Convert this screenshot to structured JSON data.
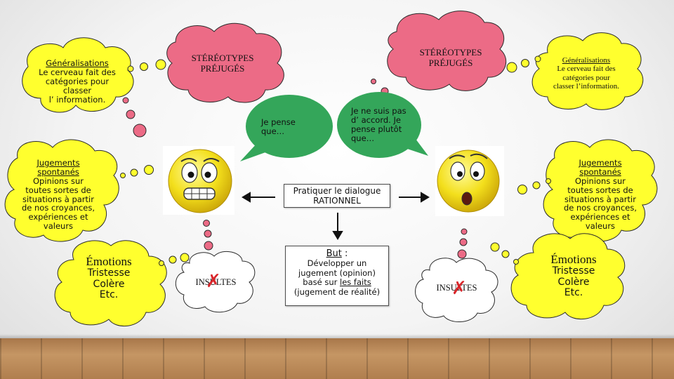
{
  "stereotypes_left": {
    "line1": "STÉRÉOTYPES",
    "line2": "PRÉJUGÉS"
  },
  "stereotypes_right": {
    "line1": "STÉRÉOTYPES",
    "line2": "PRÉJUGÉS"
  },
  "generalisations_left": {
    "title": "Généralisations",
    "lines": [
      "Le cerveau fait des",
      "catégories pour",
      "classer",
      "l’ information."
    ]
  },
  "generalisations_right": {
    "title": "Généralisations",
    "lines": [
      "Le cerveau fait des",
      "catégories pour",
      "classer l’information."
    ]
  },
  "judgements_left": {
    "title_lines": [
      "Jugements",
      "spontanés"
    ],
    "lines": [
      "Opinions sur",
      "toutes sortes de",
      "situations à partir",
      "de nos croyances,",
      "expériences et",
      "valeurs"
    ]
  },
  "judgements_right": {
    "title_lines": [
      "Jugements",
      "spontanés"
    ],
    "lines": [
      "Opinions sur",
      "toutes sortes de",
      "situations à partir",
      "de nos croyances,",
      "expériences et",
      "valeurs"
    ]
  },
  "emotions_left": {
    "title": "Émotions",
    "lines": [
      "Tristesse",
      "Colère",
      "Etc."
    ]
  },
  "emotions_right": {
    "title": "Émotions",
    "lines": [
      "Tristesse",
      "Colère",
      "Etc."
    ]
  },
  "speech_left": {
    "lines": [
      "Je pense",
      "que…"
    ]
  },
  "speech_right": {
    "lines": [
      "Je ne suis pas",
      "d’ accord. Je",
      "pense plutôt",
      "que…"
    ]
  },
  "dialogue_box": {
    "lines": [
      "Pratiquer le dialogue",
      "RATIONNEL"
    ]
  },
  "goal_box": {
    "title": "But",
    "colon": " :",
    "lines": [
      "Développer un",
      "jugement (opinion)",
      "basé sur"
    ],
    "underlined": "les faits",
    "last": "(jugement de réalité)"
  },
  "insults_left": "INSULTES",
  "insults_right": "INSULTES",
  "colors": {
    "yellow": "#ffff2e",
    "pink": "#ec6b86",
    "green": "#34a65a"
  }
}
